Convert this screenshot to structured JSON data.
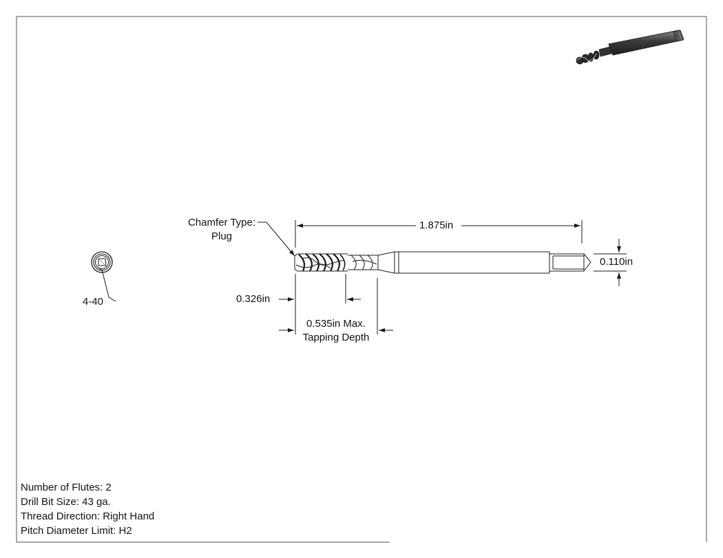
{
  "drawing": {
    "chamfer_label": "Chamfer Type:",
    "chamfer_value": "Plug",
    "overall_length": "1.875in",
    "shank_diameter": "0.110in",
    "thread_length": "0.326in",
    "tapping_depth_line1": "0.535in Max.",
    "tapping_depth_line2": "Tapping Depth",
    "thread_size": "4-40"
  },
  "specs": {
    "flutes": "Number of Flutes: 2",
    "drill_bit": "Drill Bit Size: 43 ga.",
    "thread_direction": "Thread Direction: Right Hand",
    "pitch_limit": "Pitch Diameter Limit: H2"
  },
  "colors": {
    "line": "#1a1a1a",
    "frame": "#555555",
    "iso_dark": "#2b2b2b",
    "iso_mid": "#6a6a6a"
  }
}
